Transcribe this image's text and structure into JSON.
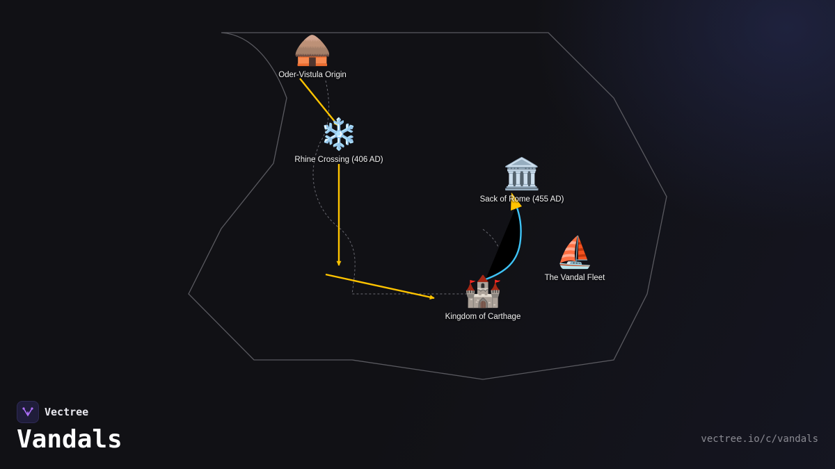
{
  "title": "Vandals",
  "brand": {
    "name": "Vectree",
    "logo_icon": "vectree-logo-icon"
  },
  "url": "vectree.io/c/vandals",
  "colors": {
    "background": "#111115",
    "border": "#5a5a60",
    "dashed_route": "#6a6a72",
    "arrow_primary": "#ffc400",
    "arrow_secondary": "#3fc3f5",
    "logo_accent": "#b070ff"
  },
  "nodes": [
    {
      "id": "oder-vistula",
      "label": "Oder-Vistula Origin",
      "icon": "hut-icon",
      "glyph": "🛖"
    },
    {
      "id": "rhine",
      "label": "Rhine Crossing (406 AD)",
      "icon": "snowflake-icon",
      "glyph": "❄️"
    },
    {
      "id": "rome",
      "label": "Sack of Rome (455 AD)",
      "icon": "classical-building-icon",
      "glyph": "🏛️"
    },
    {
      "id": "fleet",
      "label": "The Vandal Fleet",
      "icon": "sailboat-icon",
      "glyph": "⛵"
    },
    {
      "id": "carthage",
      "label": "Kingdom of Carthage",
      "icon": "castle-icon",
      "glyph": "🏰"
    }
  ]
}
